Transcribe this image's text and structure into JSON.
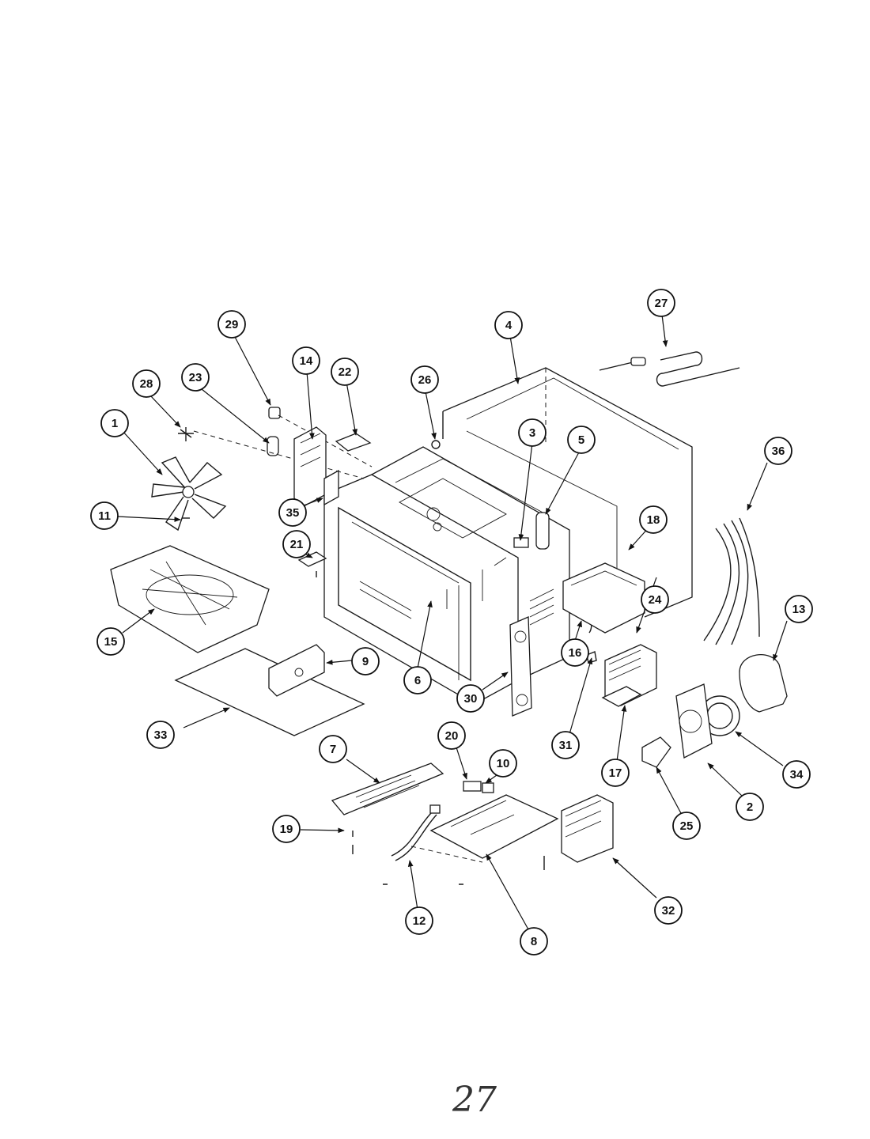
{
  "page_number": "27",
  "callouts": [
    {
      "label": "1"
    },
    {
      "label": "2"
    },
    {
      "label": "3"
    },
    {
      "label": "4"
    },
    {
      "label": "5"
    },
    {
      "label": "6"
    },
    {
      "label": "7"
    },
    {
      "label": "8"
    },
    {
      "label": "9"
    },
    {
      "label": "10"
    },
    {
      "label": "11"
    },
    {
      "label": "12"
    },
    {
      "label": "13"
    },
    {
      "label": "14"
    },
    {
      "label": "15"
    },
    {
      "label": "16"
    },
    {
      "label": "17"
    },
    {
      "label": "18"
    },
    {
      "label": "19"
    },
    {
      "label": "20"
    },
    {
      "label": "21"
    },
    {
      "label": "22"
    },
    {
      "label": "23"
    },
    {
      "label": "24"
    },
    {
      "label": "25"
    },
    {
      "label": "26"
    },
    {
      "label": "27"
    },
    {
      "label": "28"
    },
    {
      "label": "29"
    },
    {
      "label": "30"
    },
    {
      "label": "31"
    },
    {
      "label": "32"
    },
    {
      "label": "33"
    },
    {
      "label": "34"
    },
    {
      "label": "35"
    },
    {
      "label": "36"
    }
  ]
}
